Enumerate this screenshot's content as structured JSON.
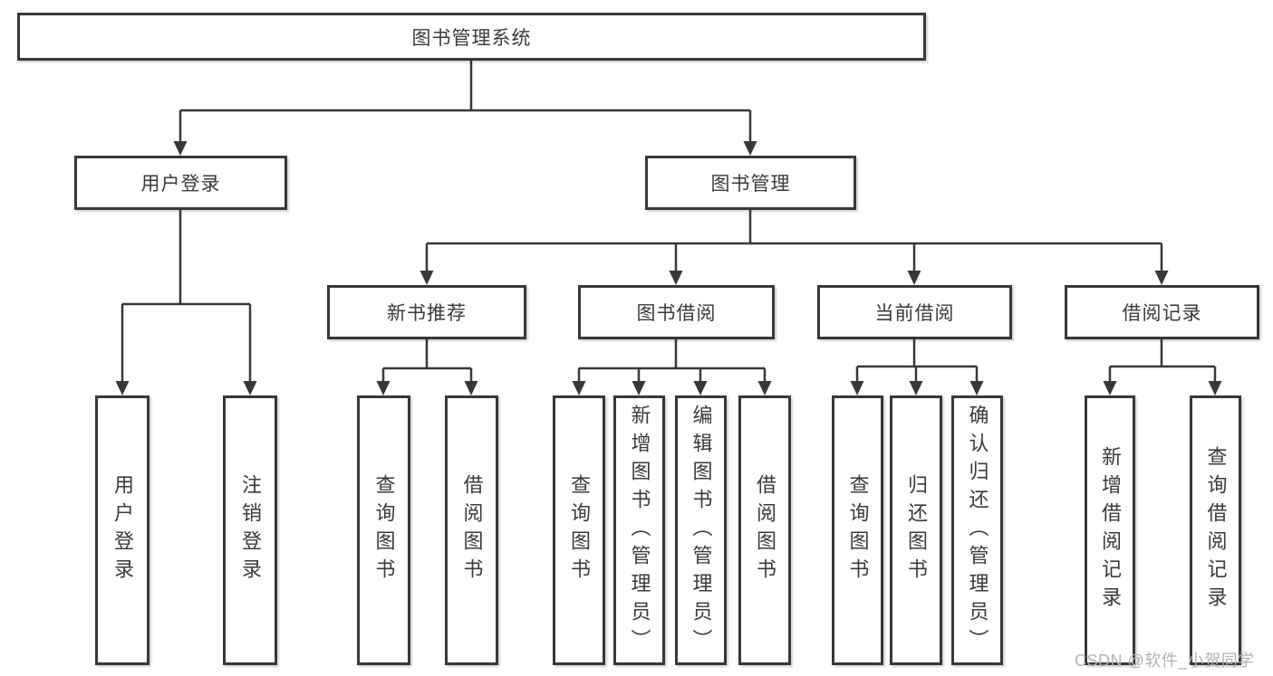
{
  "tree": {
    "label": "图书管理系统",
    "children": [
      {
        "label": "用户登录",
        "children": [
          {
            "label": "用户登录"
          },
          {
            "label": "注销登录"
          }
        ]
      },
      {
        "label": "图书管理",
        "children": [
          {
            "label": "新书推荐",
            "children": [
              {
                "label": "查询图书"
              },
              {
                "label": "借阅图书"
              }
            ]
          },
          {
            "label": "图书借阅",
            "children": [
              {
                "label": "查询图书"
              },
              {
                "label": "新增图书（管理员）"
              },
              {
                "label": "编辑图书（管理员）"
              },
              {
                "label": "借阅图书"
              }
            ]
          },
          {
            "label": "当前借阅",
            "children": [
              {
                "label": "查询图书"
              },
              {
                "label": "归还图书"
              },
              {
                "label": "确认归还（管理员）"
              }
            ]
          },
          {
            "label": "借阅记录",
            "children": [
              {
                "label": "新增借阅记录"
              },
              {
                "label": "查询借阅记录"
              }
            ]
          }
        ]
      }
    ]
  },
  "watermark": "CSDN @软件_小贺同学",
  "colors": {
    "line": "#383838",
    "box_border": "#383838",
    "text": "#3a3a3a",
    "watermark": "#b3b3b3",
    "background": "#ffffff"
  }
}
